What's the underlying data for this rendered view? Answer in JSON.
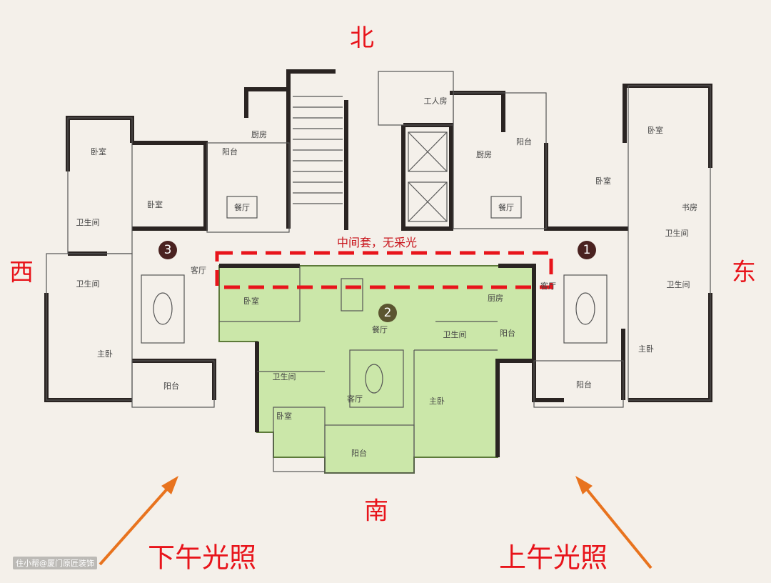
{
  "directions": {
    "north": "北",
    "south": "南",
    "west": "西",
    "east": "东"
  },
  "annotation": "中间套，无采光",
  "light_labels": {
    "afternoon": "下午光照",
    "morning": "上午光照"
  },
  "watermark": "住小帮@厦门原匠装饰",
  "units": {
    "unit1": {
      "badge": "1",
      "rooms": [
        "卧室",
        "卧室",
        "书房",
        "卫生间",
        "卫生间",
        "主卧",
        "阳台",
        "客厅"
      ]
    },
    "unit2": {
      "badge": "2",
      "rooms": [
        "卧室",
        "餐厅",
        "厨房",
        "卫生间",
        "阳台",
        "卫生间",
        "客厅",
        "主卧",
        "卧室",
        "阳台"
      ]
    },
    "unit3": {
      "badge": "3",
      "rooms": [
        "卧室",
        "卧室",
        "卫生间",
        "卫生间",
        "主卧",
        "客厅",
        "阳台",
        "厨房",
        "阳台",
        "餐厅"
      ]
    },
    "core": {
      "rooms": [
        "工人房",
        "厨房",
        "阳台",
        "餐厅"
      ]
    }
  },
  "colors": {
    "highlight": "#c9e6a8",
    "dashed": "#e8141b",
    "arrow": "#e8731e",
    "wall": "#2a2422"
  }
}
